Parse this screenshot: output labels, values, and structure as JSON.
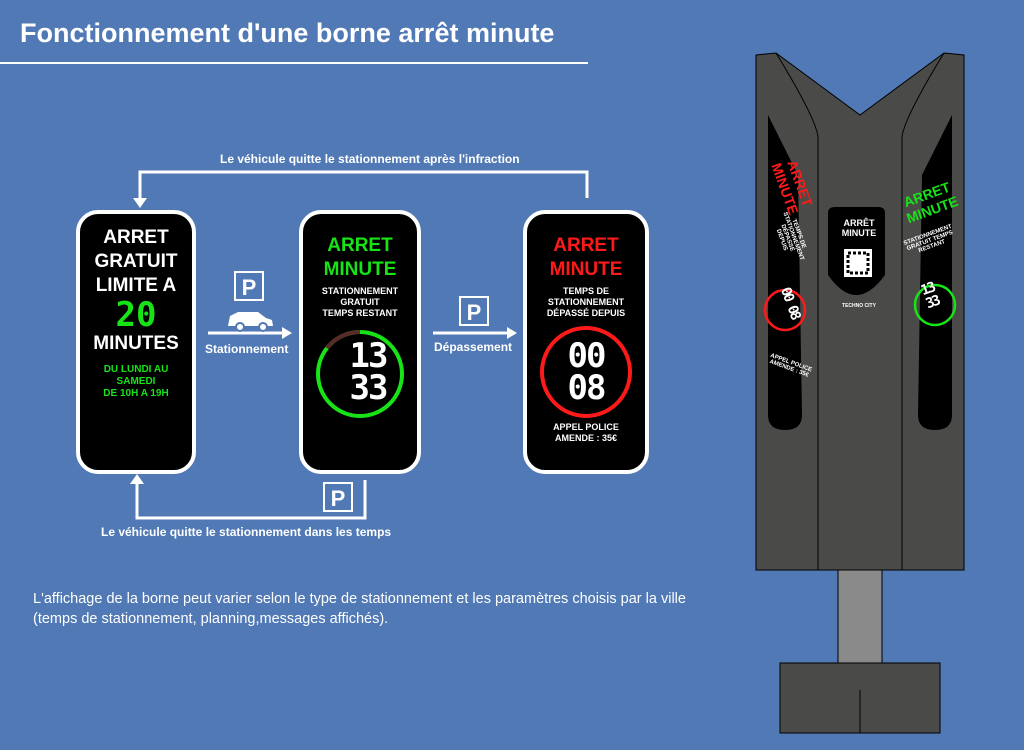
{
  "title": "Fonctionnement d'une borne arrêt minute",
  "loop_top": "Le véhicule quitte le stationnement après l'infraction",
  "loop_bottom": "Le véhicule quitte le stationnement dans les temps",
  "panel1": {
    "l1": "ARRET",
    "l2": "GRATUIT",
    "l3": "LIMITE A",
    "number": "20",
    "l4": "MINUTES",
    "s1": "DU LUNDI AU",
    "s2": "SAMEDI",
    "s3": "DE 10H A 19H"
  },
  "arrow1": "Stationnement",
  "panel2": {
    "l1": "ARRET",
    "l2": "MINUTE",
    "s1": "STATIONNEMENT",
    "s2": "GRATUIT",
    "s3": "TEMPS RESTANT",
    "d1": "13",
    "d2": "33"
  },
  "arrow2": "Dépassement",
  "panel3": {
    "l1": "ARRET",
    "l2": "MINUTE",
    "s1": "TEMPS DE",
    "s2": "STATIONNEMENT",
    "s3": "DÉPASSÉ DEPUIS",
    "d1": "00",
    "d2": "08",
    "f1": "APPEL POLICE",
    "f2": "AMENDE : 35€"
  },
  "parking_letter": "P",
  "description": "L'affichage de la borne peut varier selon le type de stationnement et les paramètres choisis par la ville (temps de stationnement, planning,messages affichés).",
  "kiosk": {
    "center1": "ARRÊT",
    "center2": "MINUTE",
    "brand": "TECHNO CITY",
    "left_title": "ARRET MINUTE",
    "left_text": "TEMPS DE STATIONNEMENT DÉPASSÉ DEPUIS",
    "left_digits": "00 08",
    "left_foot": "APPEL POLICE AMENDE : 35€",
    "right_title": "ARRET MINUTE",
    "right_text": "STATIONNEMENT GRATUIT TEMPS RESTANT",
    "right_digits": "13 33"
  },
  "colors": {
    "bg": "#5079b5",
    "green": "#17e317",
    "red": "#ff1a1a",
    "bollard": "#4a4a48"
  }
}
